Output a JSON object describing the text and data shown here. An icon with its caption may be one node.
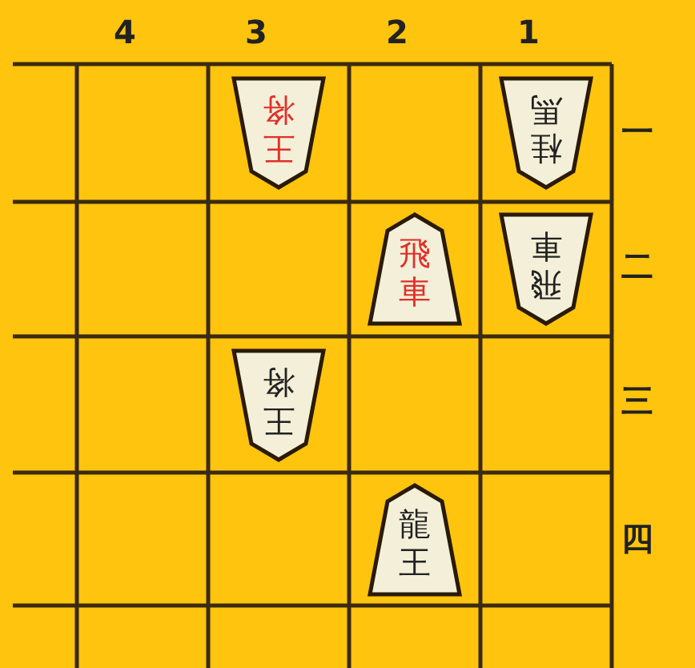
{
  "diagram": {
    "nodes": [
      {
        "text": [
          "王将"
        ]
      },
      {
        "text": [
          "桂馬"
        ]
      },
      {
        "text": [
          "飛車"
        ]
      },
      {
        "text": [
          "飛車"
        ]
      },
      {
        "text": [
          "王将"
        ]
      },
      {
        "text": [
          "龍王"
        ]
      }
    ],
    "labels": [
      "4",
      "3",
      "2",
      "1",
      "一",
      "二",
      "三",
      "四"
    ]
  }
}
